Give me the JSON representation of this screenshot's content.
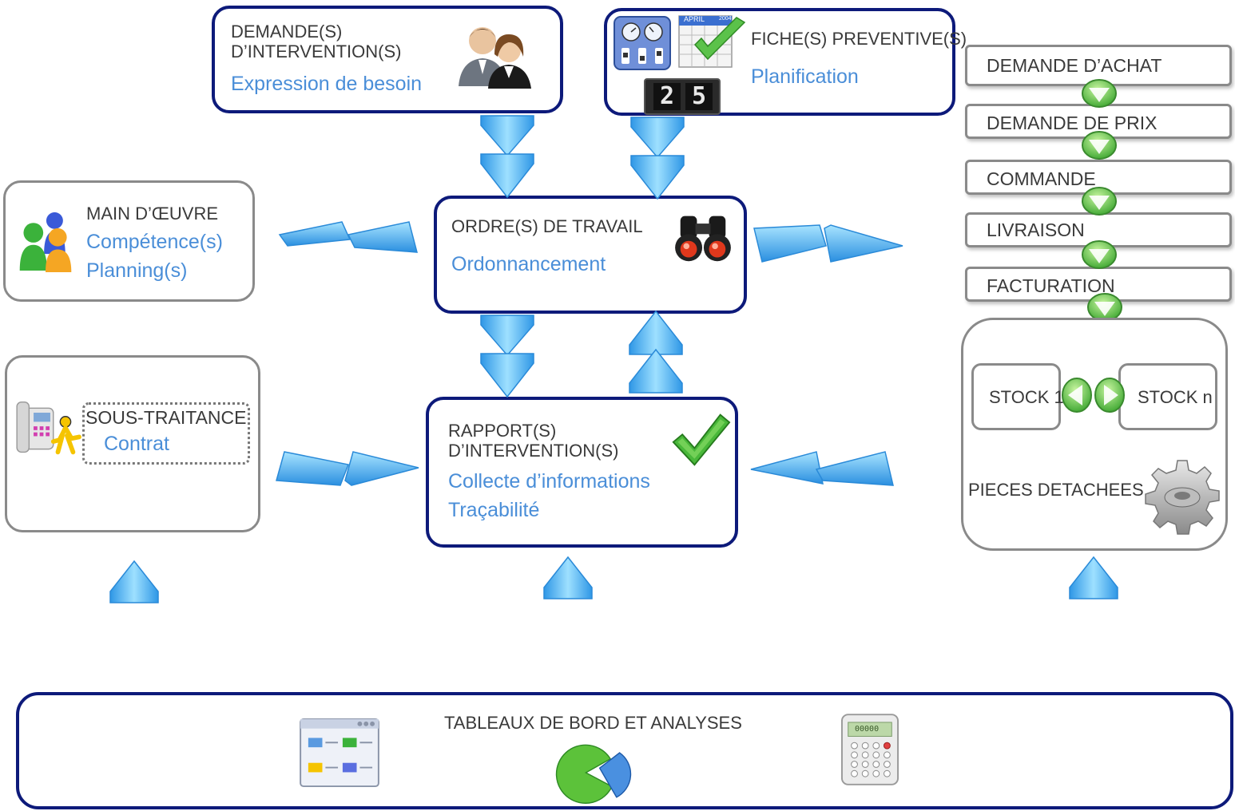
{
  "demande": {
    "title": "DEMANDE(S)\nD’INTERVENTION(S)",
    "subtitle": "Expression de besoin"
  },
  "fiche": {
    "title": "FICHE(S) PREVENTIVE(S)",
    "subtitle": "Planification",
    "calendar_month": "APRIL",
    "calendar_year": "2004",
    "counter_digits": [
      "2",
      "5"
    ]
  },
  "ordre": {
    "title": "ORDRE(S) DE TRAVAIL",
    "subtitle": "Ordonnancement"
  },
  "rapport": {
    "title": "RAPPORT(S)\nD’INTERVENTION(S)",
    "line1": "Collecte d’informations",
    "line2": "Traçabilité"
  },
  "main_oeuvre": {
    "title": "MAIN D’ŒUVRE",
    "line1": "Compétence(s)",
    "line2": "Planning(s)"
  },
  "sous_traitance": {
    "title": "SOUS-TRAITANCE",
    "subtitle": "Contrat"
  },
  "purchase_steps": [
    "DEMANDE D’ACHAT",
    "DEMANDE DE PRIX",
    "COMMANDE",
    "LIVRAISON",
    "FACTURATION"
  ],
  "stock": {
    "stock1": "STOCK 1",
    "stockn": "STOCK n",
    "pieces": "PIECES DETACHEES"
  },
  "tableaux": {
    "title": "TABLEAUX DE BORD ET ANALYSES",
    "calculator_display": "00000"
  },
  "colors": {
    "navy_border": "#0d1a7a",
    "grey_border": "#8a8a8a",
    "blue_text": "#4a8ed8",
    "arrow_blue": "#4fb3f0",
    "connector_green": "#5cc24a"
  },
  "icons": [
    "users-icon",
    "instrument-panel-icon",
    "calendar-check-icon",
    "digital-counter-icon",
    "binoculars-icon",
    "group-icon",
    "phone-person-icon",
    "checkmark-icon",
    "gear-icon",
    "window-folders-icon",
    "pie-chart-icon",
    "calculator-icon"
  ]
}
